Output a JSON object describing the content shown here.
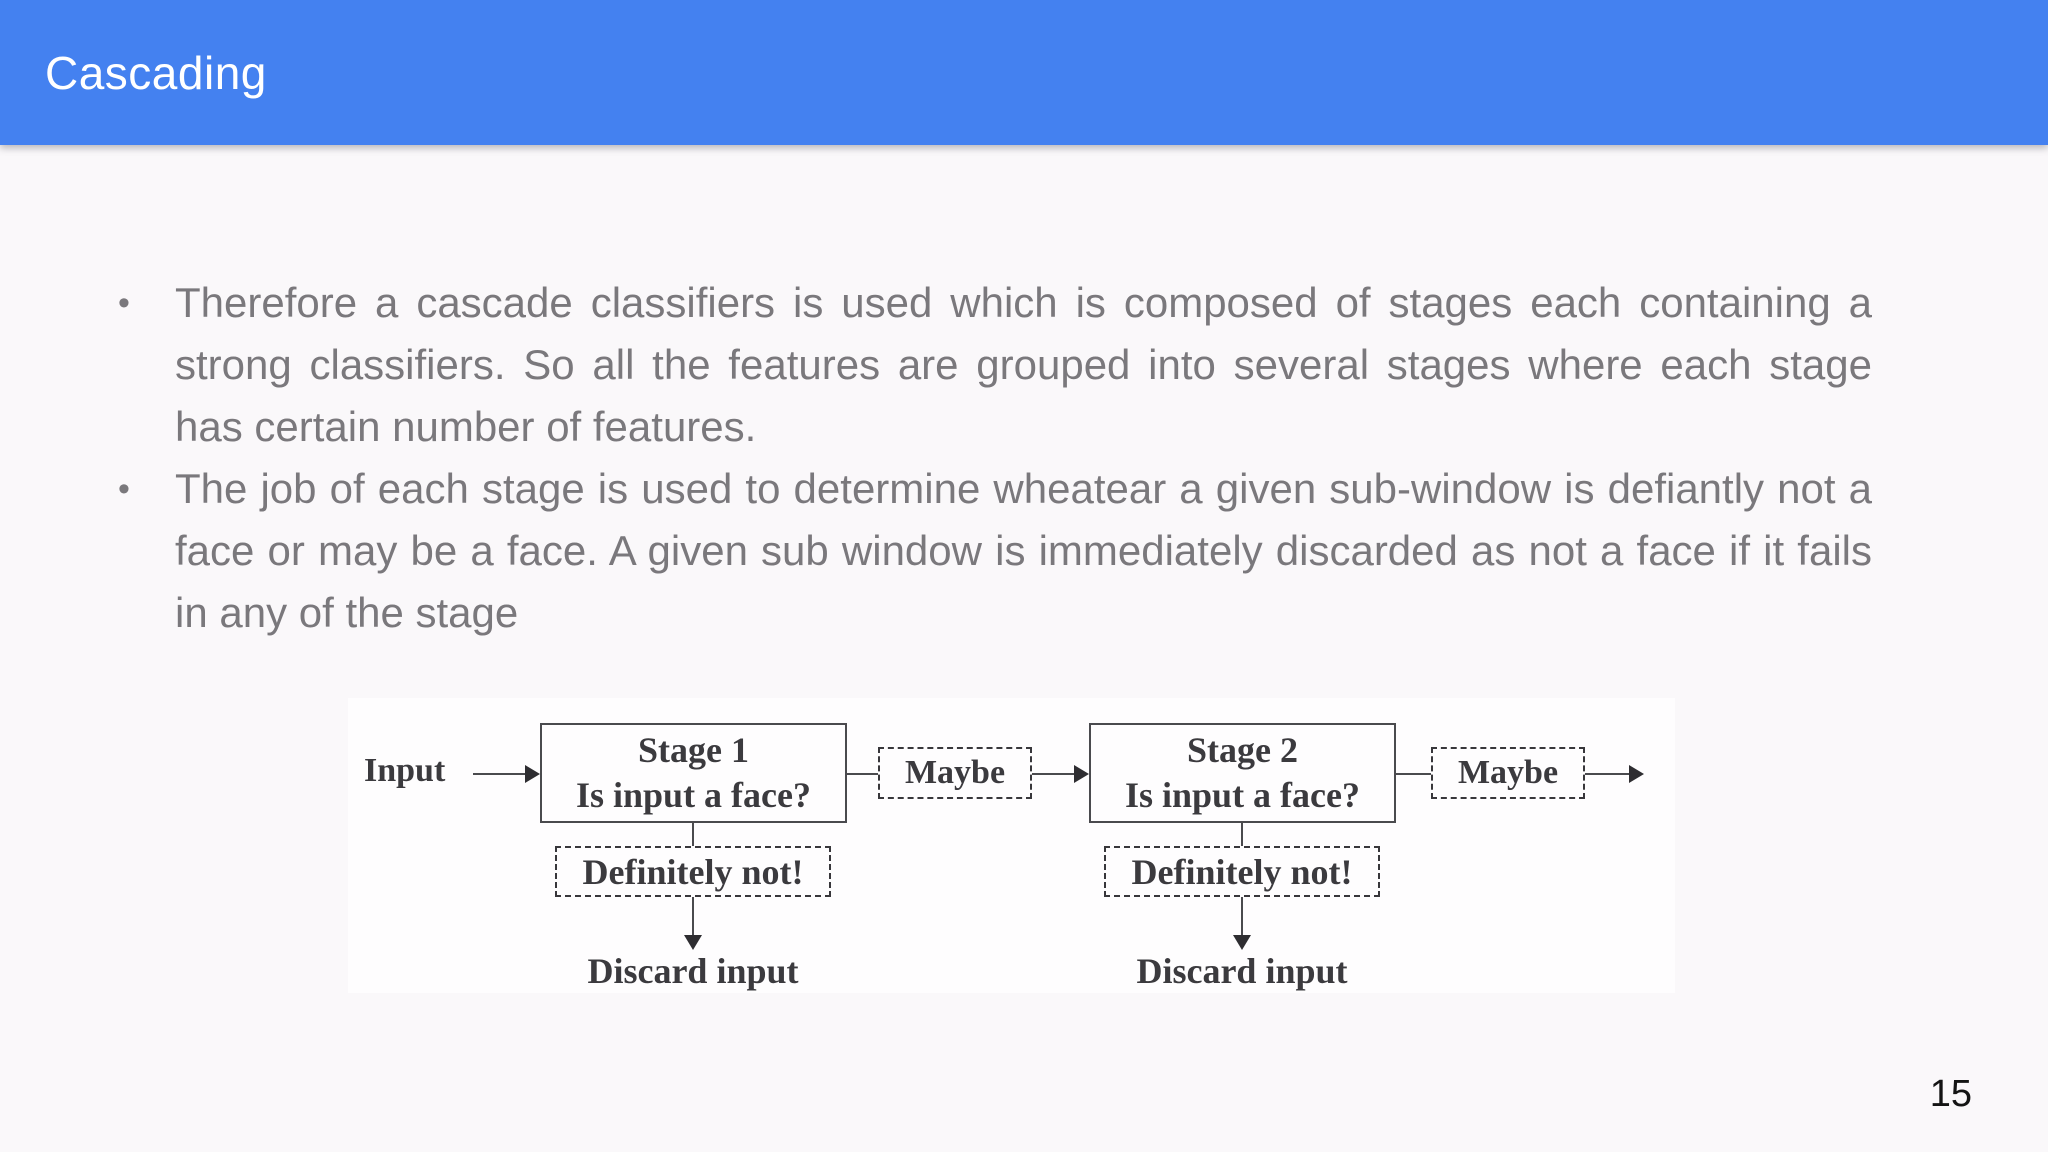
{
  "header": {
    "title": "Cascading",
    "background_color": "#4481f0",
    "text_color": "#ffffff"
  },
  "slide": {
    "background_color": "#faf8fa",
    "body_text_color": "#7a787c",
    "bullet_char": "•",
    "bullets": [
      "Therefore a cascade classifiers is used which is composed of stages each containing a strong classifiers. So all the features are grouped into several stages where each stage has certain number of features.",
      "The job of each stage is used to determine wheatear a given sub-window is defiantly not a face or may be a face. A given sub window is immediately discarded as not a face if it fails in any of the stage"
    ],
    "page_number": "15"
  },
  "diagram": {
    "background_color": "#fefdfe",
    "line_color": "#4a4a4e",
    "input_label": "Input",
    "stages": [
      {
        "title": "Stage 1",
        "question": "Is input a face?",
        "maybe": "Maybe",
        "reject": "Definitely not!",
        "discard": "Discard input"
      },
      {
        "title": "Stage 2",
        "question": "Is input a face?",
        "maybe": "Maybe",
        "reject": "Definitely not!",
        "discard": "Discard input"
      }
    ]
  }
}
